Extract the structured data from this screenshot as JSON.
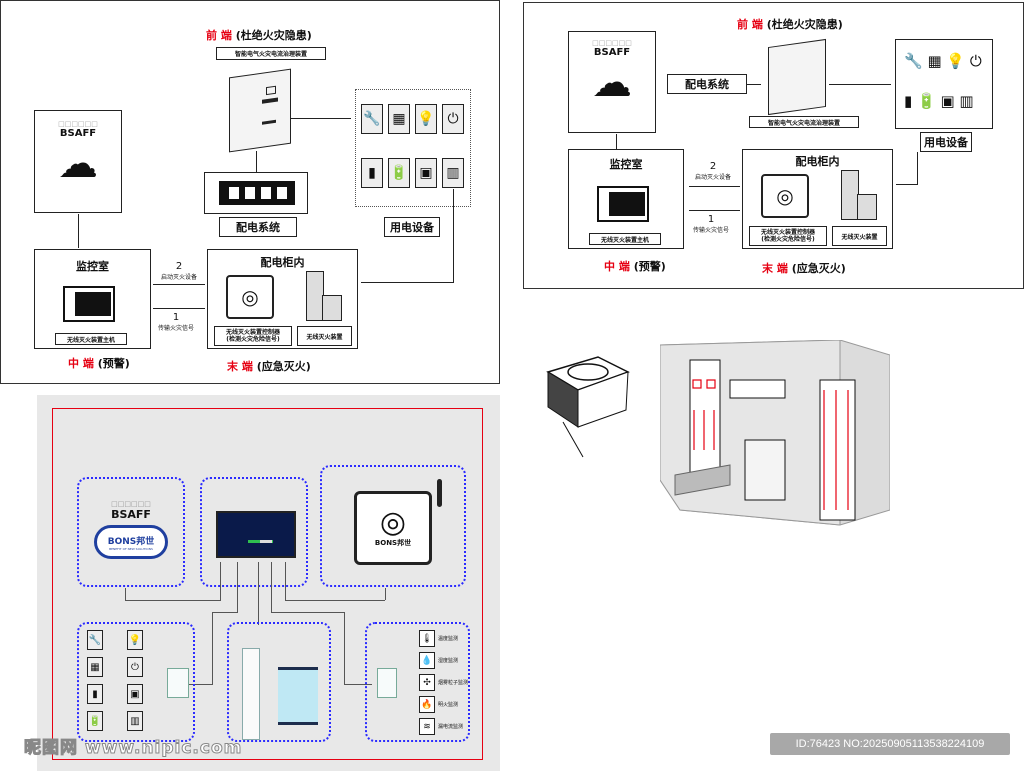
{
  "diagram_a": {
    "front_end": {
      "label_red": "前 端",
      "label_rest": "(杜绝火灾隐患)"
    },
    "device_name": "智能电气火灾电流治理装置",
    "cloud": {
      "placeholder": "□□□□□□",
      "brand": "BSAFF"
    },
    "distribution_system": "配电系统",
    "electric_equipment": "用电设备",
    "monitor_room": "监控室",
    "host_name": "无线灭火装置主机",
    "cabinet_inside": "配电柜内",
    "controller_name": "无线灭火装置控制器\n(检测火灾危险信号)",
    "extinguisher_name": "无线灭火装置",
    "arrow_2": {
      "num": "2",
      "text": "启动灭火设备"
    },
    "arrow_1": {
      "num": "1",
      "text": "传输火灾信号"
    },
    "middle_end": {
      "label_red": "中 端",
      "label_rest": "(预警)"
    },
    "terminal_end": {
      "label_red": "末 端",
      "label_rest": "(应急灭火)"
    }
  },
  "diagram_b": {
    "front_end": {
      "label_red": "前 端",
      "label_rest": "(杜绝火灾隐患)"
    },
    "cloud": {
      "placeholder": "□□□□□□",
      "brand": "BSAFF"
    },
    "distribution_system": "配电系统",
    "device_name": "智能电气火灾电流治理装置",
    "electric_equipment": "用电设备",
    "monitor_room": "监控室",
    "host_name": "无线灭火装置主机",
    "cabinet_inside": "配电柜内",
    "controller_name": "无线灭火装置控制器\n(检测火灾危险信号)",
    "extinguisher_name": "无线灭火装置",
    "arrow_2": {
      "num": "2",
      "text": "启动灭火设备"
    },
    "arrow_1": {
      "num": "1",
      "text": "传输火灾信号"
    },
    "middle_end": {
      "label_red": "中 端",
      "label_rest": "(预警)"
    },
    "terminal_end": {
      "label_red": "末 端",
      "label_rest": "(应急灭火)"
    }
  },
  "diagram_c": {
    "cloud": {
      "placeholder": "□□□□□□",
      "brand": "BSAFF",
      "logo": "BONS邦世",
      "tagline": "BENEFIT OF NEW SOLUTIONS"
    },
    "controller_logo": "BONS邦世",
    "sensors": [
      "温度监测",
      "湿度监测",
      "烟雾粒子监测",
      "明火监测",
      "漏电流监测"
    ],
    "colors": {
      "border": "#e60012",
      "dotted": "#2b2bff",
      "bg": "#e8e8e8",
      "cabinet": "#bfe8f4"
    }
  },
  "watermark": {
    "site": "昵图网 www.nipic.com",
    "id": "ID:76423 NO:20250905113538224109"
  },
  "icons": {
    "tools": "🔧",
    "solar": "▦",
    "bulb": "💡",
    "socket": "⏻",
    "ups": "▮",
    "battery": "🔋",
    "meter": "▣",
    "switchgear": "▥"
  }
}
